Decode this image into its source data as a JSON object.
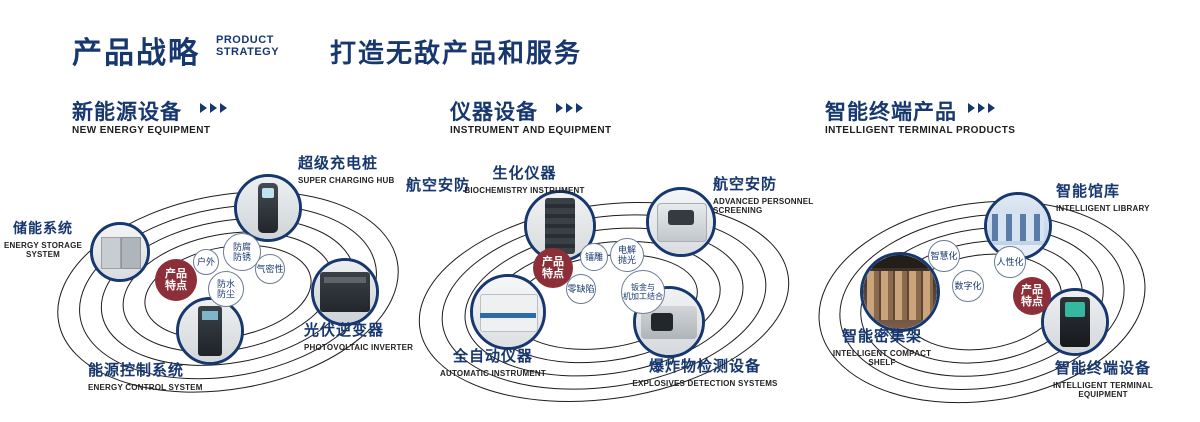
{
  "header": {
    "title_cn": "产品战略",
    "title_en_line1": "PRODUCT",
    "title_en_line2": "STRATEGY",
    "slogan": "打造无敌产品和服务"
  },
  "sections": [
    {
      "title_cn": "新能源设备",
      "title_en": "NEW ENERGY EQUIPMENT",
      "badge": "产品\n特点",
      "features": [
        "防腐\n防锈",
        "户外",
        "气密性",
        "防水\n防尘"
      ],
      "products": [
        {
          "cn": "超级充电桩",
          "en": "SUPER CHARGING HUB"
        },
        {
          "cn": "储能系统",
          "en": "ENERGY STORAGE SYSTEM"
        },
        {
          "cn": "光伏逆变器",
          "en": "PHOTOVOLTAIC INVERTER"
        },
        {
          "cn": "能源控制系统",
          "en": "ENERGY CONTROL SYSTEM"
        }
      ]
    },
    {
      "title_cn": "仪器设备",
      "title_en": "INSTRUMENT AND EQUIPMENT",
      "badge": "产品\n特点",
      "extra_label": "航空安防",
      "features": [
        "镭雕",
        "电解\n抛光",
        "零缺陷",
        "钣金与\n机加工结合"
      ],
      "products": [
        {
          "cn": "生化仪器",
          "en": "BIOCHEMISTRY INSTRUMENT"
        },
        {
          "cn": "航空安防",
          "en": "ADVANCED PERSONNEL SCREENING"
        },
        {
          "cn": "全自动仪器",
          "en": "AUTOMATIC INSTRUMENT"
        },
        {
          "cn": "爆炸物检测设备",
          "en": "EXPLOSIVES DETECTION SYSTEMS"
        }
      ]
    },
    {
      "title_cn": "智能终端产品",
      "title_en": "INTELLIGENT TERMINAL PRODUCTS",
      "badge": "产品\n特点",
      "features": [
        "智慧化",
        "人性化",
        "数字化"
      ],
      "products": [
        {
          "cn": "智能馆库",
          "en": "INTELLIGENT LIBRARY"
        },
        {
          "cn": "智能密集架",
          "en": "INTELLIGENT COMPACT SHELF"
        },
        {
          "cn": "智能终端设备",
          "en": "INTELLIGENT TERMINAL EQUIPMENT"
        }
      ]
    }
  ],
  "colors": {
    "navy": "#17376f",
    "badge_red": "#8c2f38",
    "orbit_line": "#1c1c1c",
    "text_dark": "#222222"
  }
}
